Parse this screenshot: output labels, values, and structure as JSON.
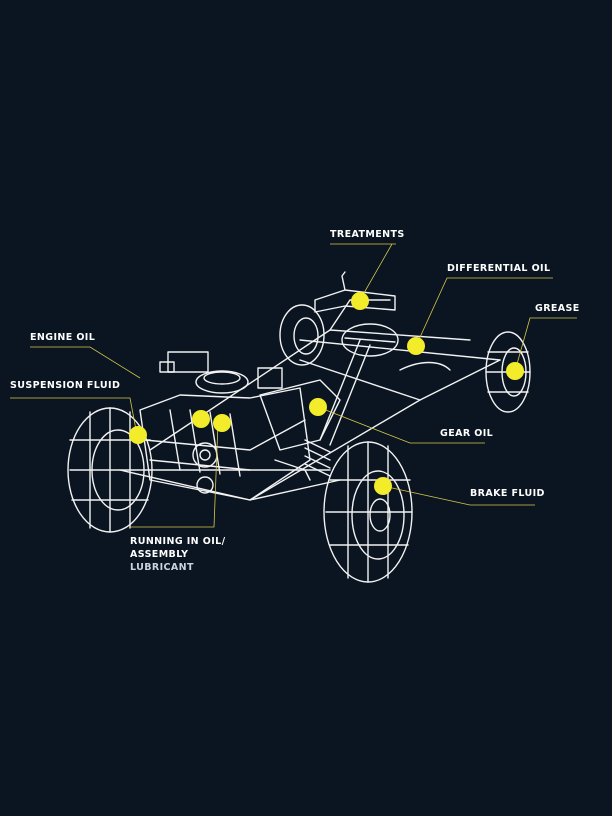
{
  "colors": {
    "background": "#0b1521",
    "outline": "#f2f2f2",
    "marker": "#f3ec2a",
    "leader": "#d8c84a"
  },
  "labels": {
    "treatments": "TREATMENTS",
    "differential_oil": "DIFFERENTIAL OIL",
    "grease": "GREASE",
    "engine_oil": "ENGINE OIL",
    "suspension_fluid": "SUSPENSION FLUID",
    "gear_oil": "GEAR OIL",
    "brake_fluid": "BRAKE FLUID",
    "running_in_line1": "RUNNING IN OIL/",
    "running_in_line2": "ASSEMBLY",
    "running_in_line3": "LUBRICANT"
  }
}
